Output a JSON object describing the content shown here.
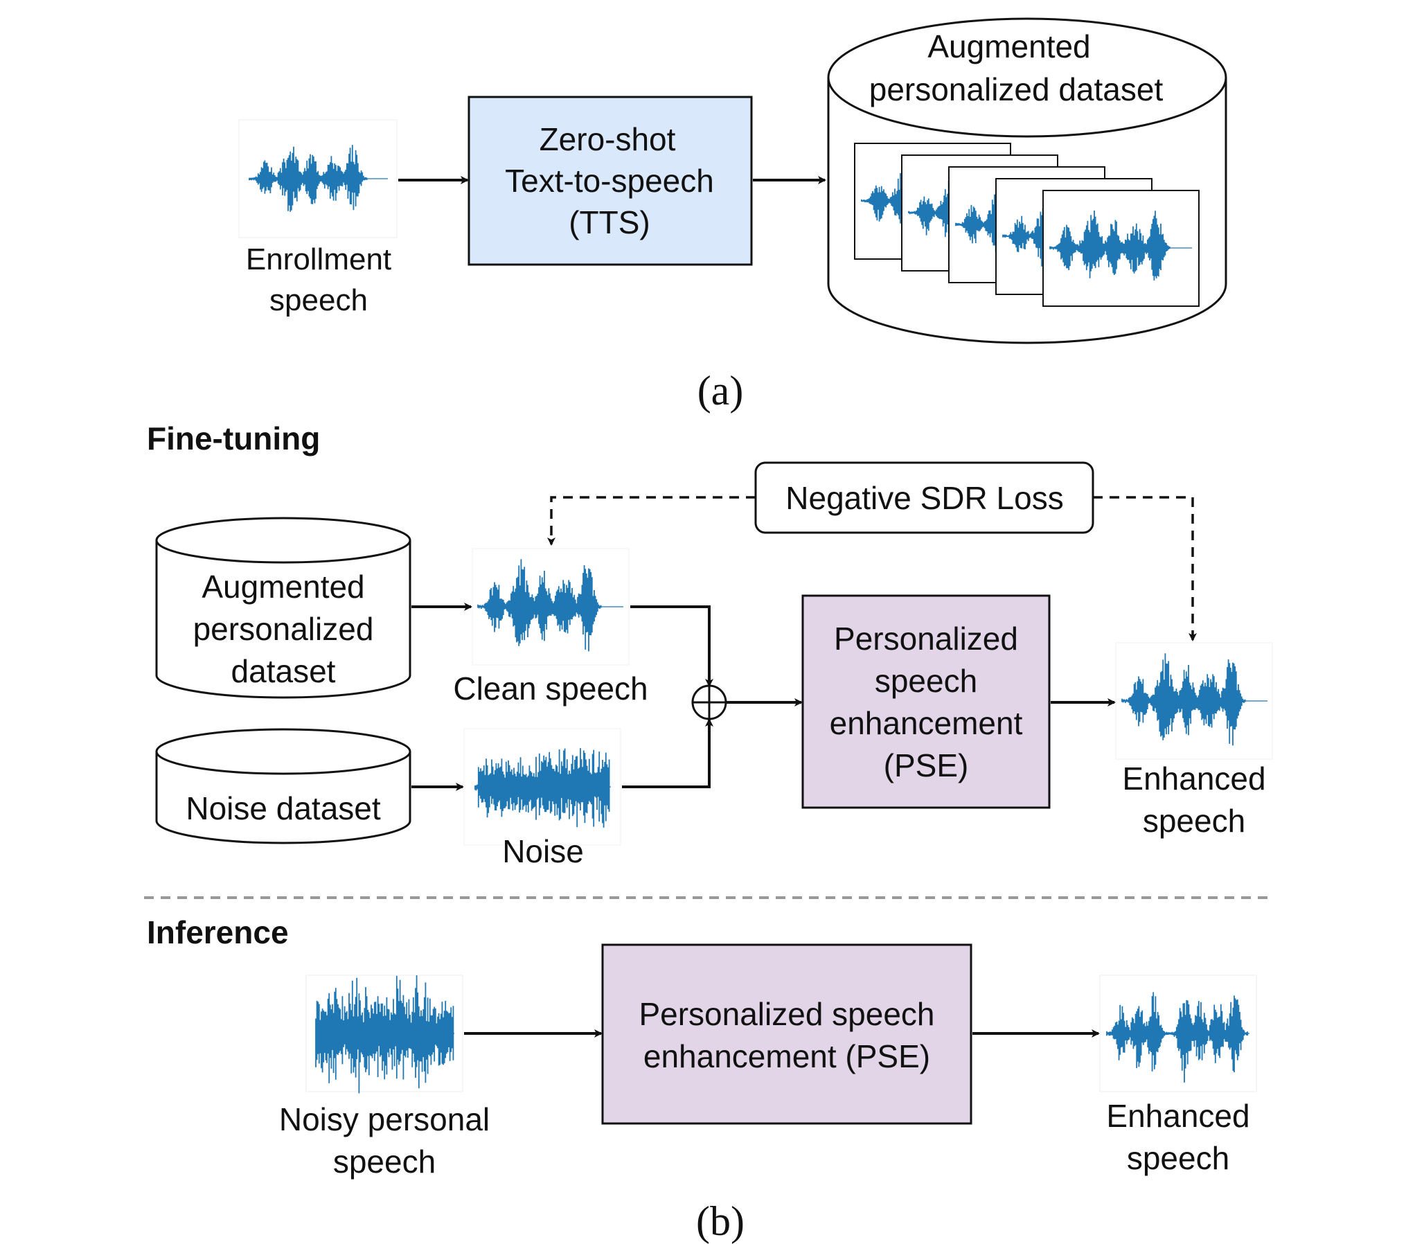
{
  "part_a": {
    "enrollment_label_line1": "Enrollment",
    "enrollment_label_line2": "speech",
    "tts_line1": "Zero-shot",
    "tts_line2": "Text-to-speech",
    "tts_line3": "(TTS)",
    "dataset_line1": "Augmented",
    "dataset_line2": "personalized dataset",
    "caption": "(a)"
  },
  "part_b": {
    "finetuning_heading": "Fine-tuning",
    "loss_label": "Negative SDR Loss",
    "aug_dataset_line1": "Augmented",
    "aug_dataset_line2": "personalized",
    "aug_dataset_line3": "dataset",
    "noise_dataset_label": "Noise dataset",
    "clean_speech_label": "Clean speech",
    "noise_label": "Noise",
    "pse_line1": "Personalized",
    "pse_line2": "speech",
    "pse_line3": "enhancement",
    "pse_line4": "(PSE)",
    "enhanced_line1": "Enhanced",
    "enhanced_line2": "speech",
    "inference_heading": "Inference",
    "noisy_line1": "Noisy personal",
    "noisy_line2": "speech",
    "pse_inf_line1": "Personalized speech",
    "pse_inf_line2": "enhancement (PSE)",
    "enhanced_inf_line1": "Enhanced",
    "enhanced_inf_line2": "speech",
    "caption": "(b)"
  },
  "colors": {
    "tts_fill": "#dae8fc",
    "pse_fill": "#e1d5e7",
    "waveform": "#1f77b4",
    "stroke": "#111111",
    "divider": "#999999"
  }
}
